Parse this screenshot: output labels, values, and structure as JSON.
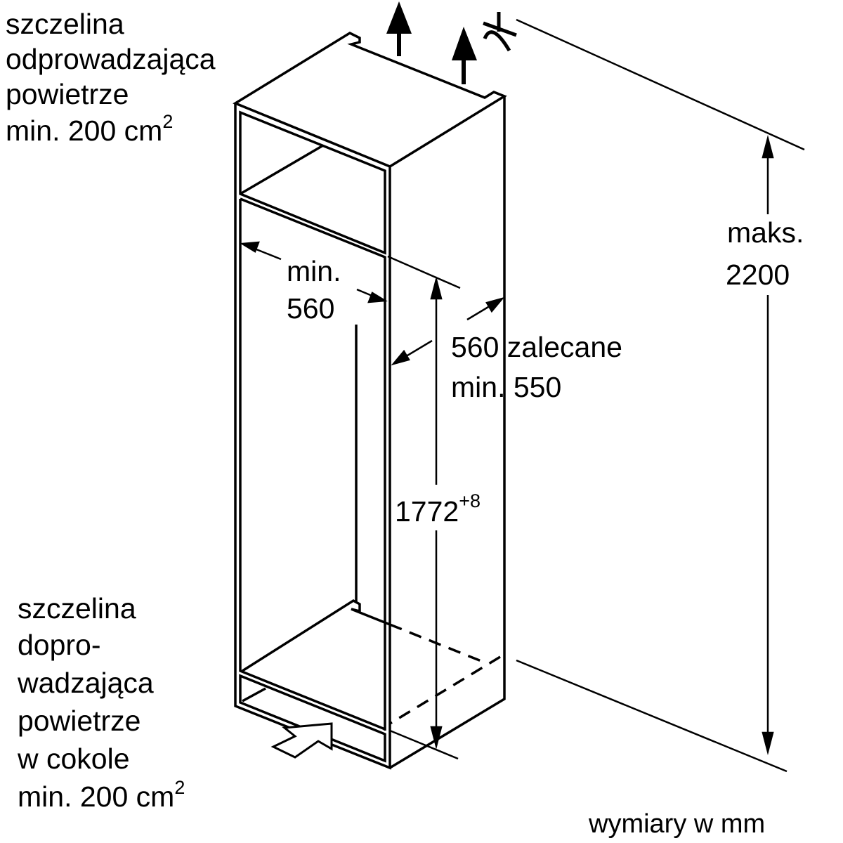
{
  "labels": {
    "top_slot": [
      "szczelina",
      "odprowadzająca",
      "powietrze",
      "min. 200 cm"
    ],
    "top_slot_sup": "2",
    "bottom_slot": [
      "szczelina",
      "dopro-",
      "wadzająca",
      "powietrze",
      "w cokole",
      "min. 200 cm"
    ],
    "bottom_slot_sup": "2",
    "width_min": [
      "min.",
      "560"
    ],
    "depth": [
      "560 zalecane",
      "min. 550"
    ],
    "height_niche": "1772",
    "height_niche_tol": "+8",
    "height_max": [
      "maks.",
      "2200"
    ],
    "units": "wymiary w mm"
  },
  "colors": {
    "line": "#000000",
    "background": "#ffffff"
  }
}
